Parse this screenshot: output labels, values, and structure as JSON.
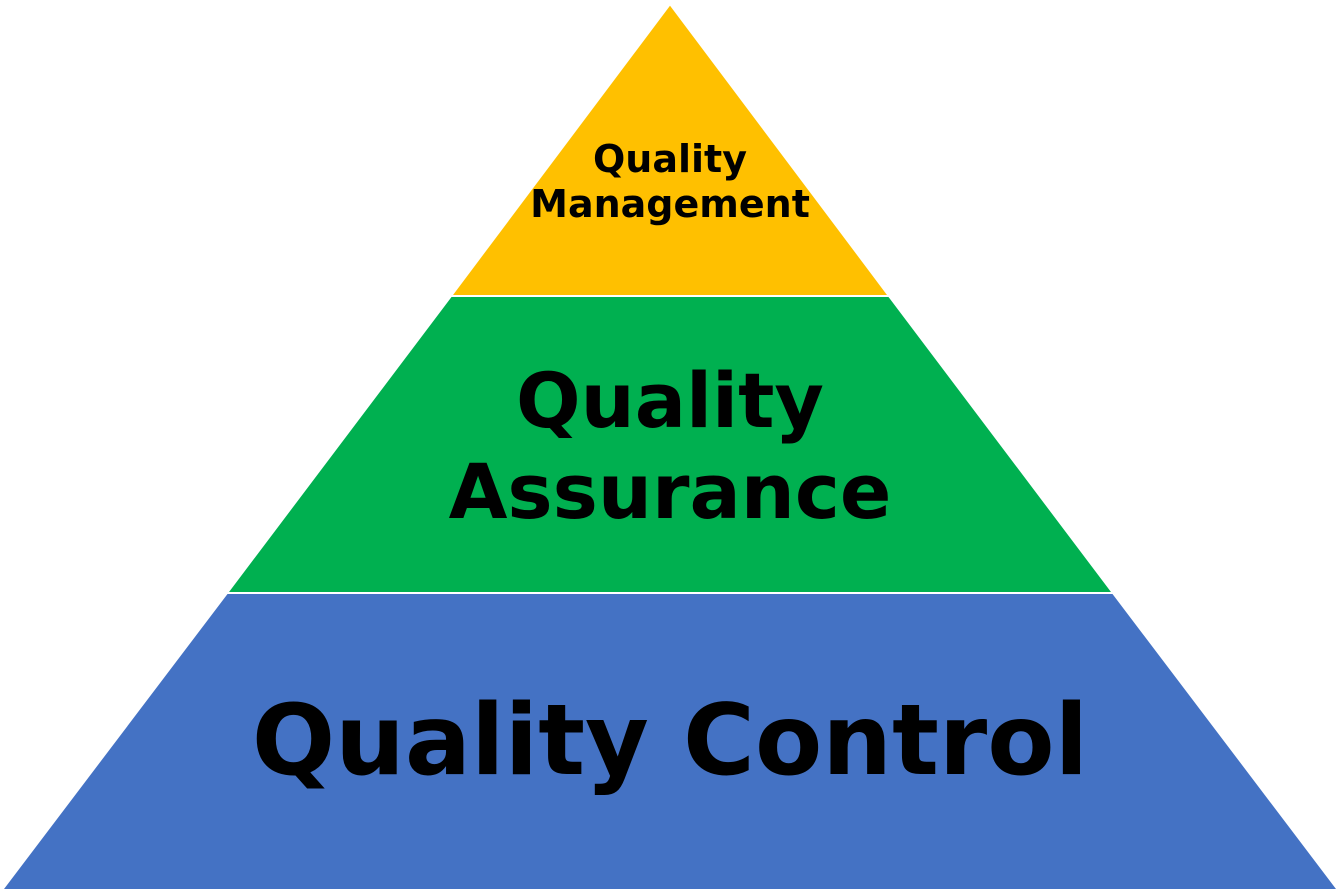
{
  "diagram": {
    "type": "pyramid",
    "tiers": [
      {
        "id": "top",
        "lines": [
          "Quality",
          "Management"
        ],
        "color": "#FFC000"
      },
      {
        "id": "middle",
        "lines": [
          "Quality",
          "Assurance"
        ],
        "color": "#00B050"
      },
      {
        "id": "bottom",
        "lines": [
          "Quality Control"
        ],
        "color": "#4472C4"
      }
    ]
  }
}
